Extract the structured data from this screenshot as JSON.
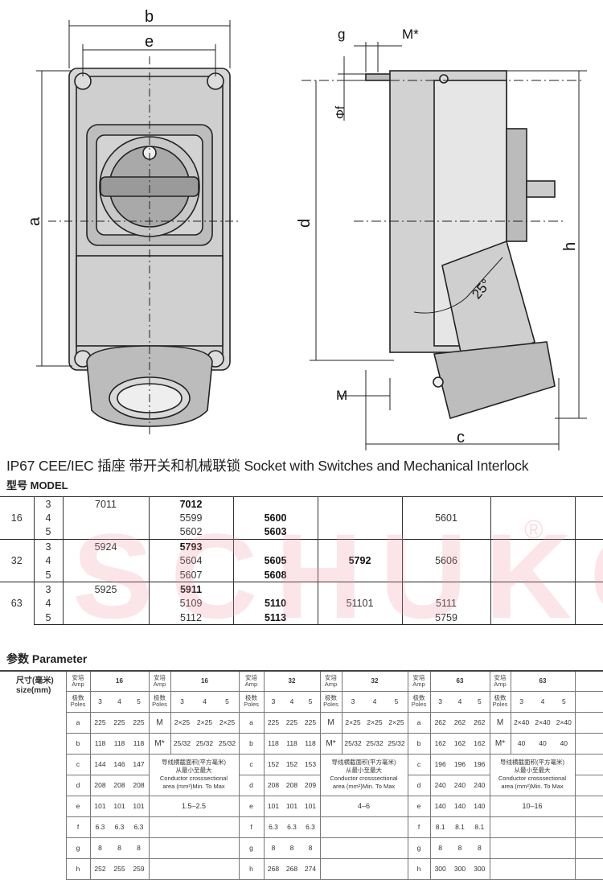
{
  "drawing": {
    "labels": {
      "b": "b",
      "e": "e",
      "a": "a",
      "g": "g",
      "m_star": "M*",
      "phi_f": "Φf",
      "d": "d",
      "h": "h",
      "angle": "25°",
      "m": "M",
      "c": "c"
    }
  },
  "title": "IP67 CEE/IEC 插座 带开关和机械联锁  Socket with Switches and Mechanical Interlock",
  "model_heading": "型号 MODEL",
  "watermark": "SCHUKO",
  "watermark_mark": "®",
  "model_rows": [
    {
      "amp": "16",
      "poles": "3",
      "cells": [
        "7011",
        "7012",
        "",
        "",
        "",
        ""
      ],
      "bold": [
        1
      ]
    },
    {
      "amp": "",
      "poles": "4",
      "cells": [
        "",
        "5599",
        "5600",
        "",
        "5601",
        ""
      ],
      "bold": [
        2
      ]
    },
    {
      "amp": "",
      "poles": "5",
      "cells": [
        "",
        "5602",
        "5603",
        "",
        "",
        ""
      ],
      "bold": [
        2
      ]
    },
    {
      "amp": "32",
      "poles": "3",
      "cells": [
        "5924",
        "5793",
        "",
        "",
        "",
        ""
      ],
      "bold": [
        1
      ]
    },
    {
      "amp": "",
      "poles": "4",
      "cells": [
        "",
        "5604",
        "5605",
        "5792",
        "5606",
        ""
      ],
      "bold": [
        2,
        3
      ]
    },
    {
      "amp": "",
      "poles": "5",
      "cells": [
        "",
        "5607",
        "5608",
        "",
        "",
        ""
      ],
      "bold": [
        2
      ]
    },
    {
      "amp": "63",
      "poles": "3",
      "cells": [
        "5925",
        "5911",
        "",
        "",
        "",
        ""
      ],
      "bold": [
        1
      ]
    },
    {
      "amp": "",
      "poles": "4",
      "cells": [
        "",
        "5109",
        "5110",
        "51101",
        "5111",
        ""
      ],
      "bold": [
        2
      ]
    },
    {
      "amp": "",
      "poles": "5",
      "cells": [
        "",
        "5112",
        "5113",
        "",
        "5759",
        ""
      ],
      "bold": [
        2
      ]
    }
  ],
  "parameter": {
    "heading": "参数 Parameter",
    "size_label_cn": "尺寸(毫米)",
    "size_label_en": "size(mm)",
    "amp_label_cn": "安培",
    "amp_label_en": "Amp",
    "poles_label_cn": "极数",
    "poles_label_en": "Poles",
    "poles": [
      "3",
      "4",
      "5"
    ],
    "note_cn_1": "导线横截面积(平方毫米)",
    "note_cn_2": "从最小至最大",
    "note_en_1": "Conductor crosssectional",
    "note_en_2": "area (mm²)Min. To Max",
    "blocks": [
      {
        "type": "dim",
        "amp": "16",
        "rows": [
          [
            "a",
            [
              "225",
              "225",
              "225"
            ]
          ],
          [
            "b",
            [
              "118",
              "118",
              "118"
            ]
          ],
          [
            "c",
            [
              "144",
              "146",
              "147"
            ]
          ],
          [
            "d",
            [
              "208",
              "208",
              "208"
            ]
          ],
          [
            "e",
            [
              "101",
              "101",
              "101"
            ]
          ],
          [
            "f",
            [
              "6.3",
              "6.3",
              "6.3"
            ]
          ],
          [
            "g",
            [
              "8",
              "8",
              "8"
            ]
          ],
          [
            "h",
            [
              "252",
              "255",
              "259"
            ]
          ]
        ]
      },
      {
        "type": "cable",
        "amp": "16",
        "rows": [
          [
            "M",
            [
              "2×25",
              "2×25",
              "2×25"
            ]
          ],
          [
            "M*",
            [
              "25/32",
              "25/32",
              "25/32"
            ]
          ]
        ],
        "range": "1.5–2.5"
      },
      {
        "type": "dim",
        "amp": "32",
        "rows": [
          [
            "a",
            [
              "225",
              "225",
              "225"
            ]
          ],
          [
            "b",
            [
              "118",
              "118",
              "118"
            ]
          ],
          [
            "c",
            [
              "152",
              "152",
              "153"
            ]
          ],
          [
            "d",
            [
              "208",
              "208",
              "209"
            ]
          ],
          [
            "e",
            [
              "101",
              "101",
              "101"
            ]
          ],
          [
            "f",
            [
              "6.3",
              "6.3",
              "6.3"
            ]
          ],
          [
            "g",
            [
              "8",
              "8",
              "8"
            ]
          ],
          [
            "h",
            [
              "268",
              "268",
              "274"
            ]
          ]
        ]
      },
      {
        "type": "cable",
        "amp": "32",
        "rows": [
          [
            "M",
            [
              "2×25",
              "2×25",
              "2×25"
            ]
          ],
          [
            "M*",
            [
              "25/32",
              "25/32",
              "25/32"
            ]
          ]
        ],
        "range": "4–6"
      },
      {
        "type": "dim",
        "amp": "63",
        "rows": [
          [
            "a",
            [
              "262",
              "262",
              "262"
            ]
          ],
          [
            "b",
            [
              "162",
              "162",
              "162"
            ]
          ],
          [
            "c",
            [
              "196",
              "196",
              "196"
            ]
          ],
          [
            "d",
            [
              "240",
              "240",
              "240"
            ]
          ],
          [
            "e",
            [
              "140",
              "140",
              "140"
            ]
          ],
          [
            "f",
            [
              "8.1",
              "8.1",
              "8.1"
            ]
          ],
          [
            "g",
            [
              "8",
              "8",
              "8"
            ]
          ],
          [
            "h",
            [
              "300",
              "300",
              "300"
            ]
          ]
        ]
      },
      {
        "type": "cable",
        "amp": "63",
        "rows": [
          [
            "M",
            [
              "2×40",
              "2×40",
              "2×40"
            ]
          ],
          [
            "M*",
            [
              "40",
              "40",
              "40"
            ]
          ]
        ],
        "range": "10–16"
      }
    ]
  }
}
